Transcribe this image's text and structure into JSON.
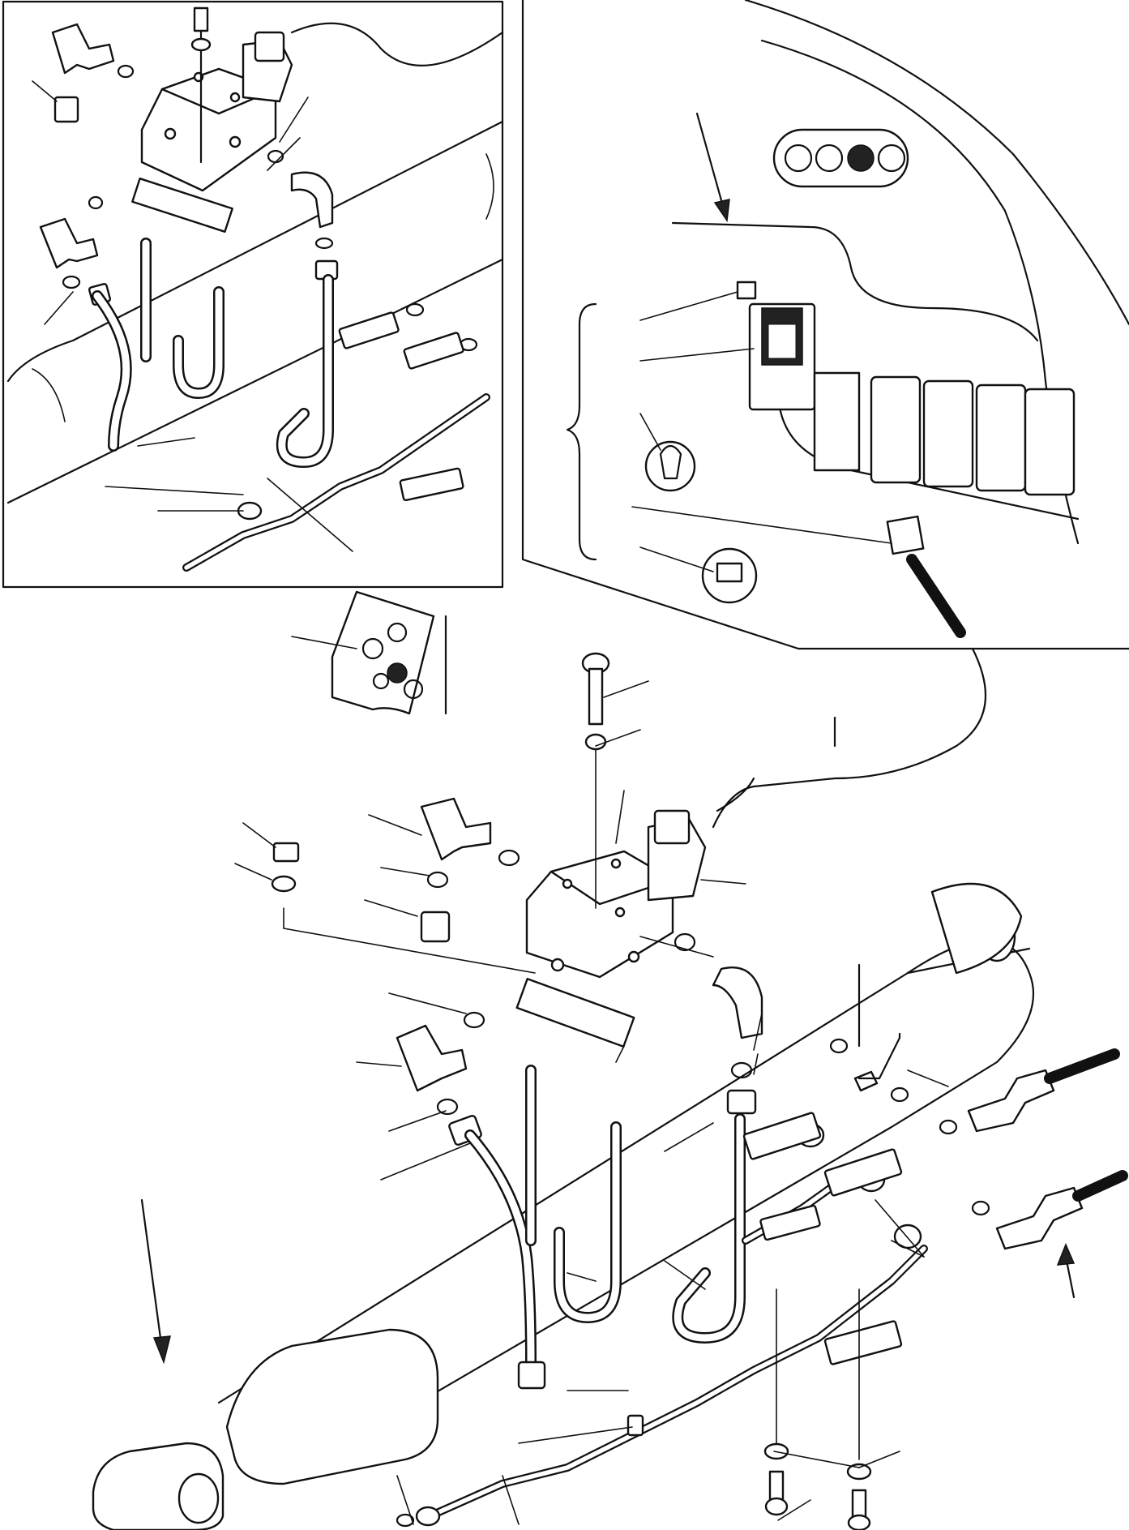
{
  "figure": {
    "kind": "exploded-parts-diagram",
    "printed_text": [],
    "icons": [
      "inset-frame",
      "solenoid-valve-block",
      "elbow-fitting",
      "union-fitting",
      "o-ring",
      "washer",
      "nut",
      "bolt",
      "mounting-plate",
      "rigid-pipe",
      "flexible-hose",
      "pipe-clamp",
      "hydraulic-cylinder",
      "quick-coupler",
      "dashboard-panel",
      "rocker-switch",
      "indicator-bulb",
      "fuse",
      "wiring-connector",
      "seal-kit-bag",
      "pointer-arrow",
      "bracket-brace"
    ]
  }
}
